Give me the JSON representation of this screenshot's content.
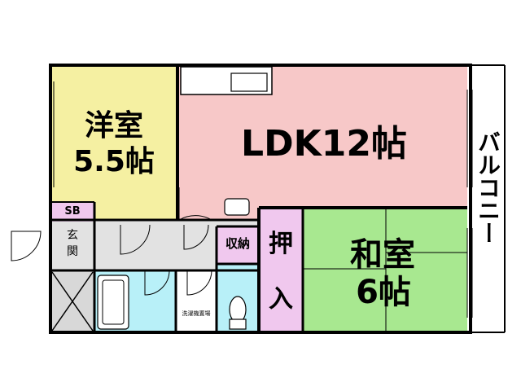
{
  "rooms": {
    "western_room": {
      "label_line1": "洋室",
      "label_line2": "5.5帖",
      "color": "#f5f0a2"
    },
    "ldk": {
      "label": "LDK12帖",
      "color": "#f7c8c8"
    },
    "japanese_room": {
      "label_line1": "和室",
      "label_line2": "6帖",
      "color": "#a8e890"
    },
    "oshiire": {
      "label_line1": "押",
      "label_line2": "入",
      "color": "#f0c8ee"
    },
    "storage": {
      "label": "収納",
      "color": "#f0c8ee"
    },
    "shoe_box": {
      "label": "SB",
      "color": "#f0c8ee"
    },
    "entrance": {
      "label_line1": "玄",
      "label_line2": "関",
      "color": "#e2e2e2"
    },
    "bathroom": {
      "color": "#b8f0f8"
    },
    "toilet": {
      "color": "#b8f0f8"
    },
    "washer_space": {
      "label": "洗濯機置場"
    },
    "balcony": {
      "label": "バルコニー",
      "color": "#ffffff"
    }
  },
  "colors": {
    "wall": "#000000",
    "hallway": "#e2e2e2",
    "fixture": "#ffffff"
  }
}
